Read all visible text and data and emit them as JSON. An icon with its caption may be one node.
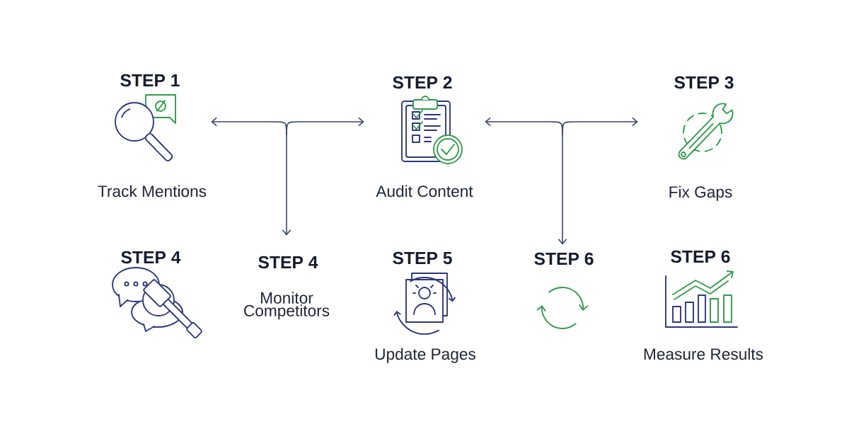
{
  "diagram": {
    "nodes": [
      {
        "text": [
          "STEP 1",
          "Track Mentions"
        ]
      },
      {
        "text": [
          "STEP 2",
          "Audit Content"
        ]
      },
      {
        "text": [
          "STEP 3",
          "Fix Gaps"
        ]
      },
      {
        "text": [
          "STEP 4"
        ]
      },
      {
        "text": [
          "STEP 4",
          "Monitor Competitors"
        ]
      },
      {
        "text": [
          "STEP 5",
          "Update Pages"
        ]
      },
      {
        "text": [
          "STEP 6"
        ]
      },
      {
        "text": [
          "STEP 6",
          "Measure Results"
        ]
      }
    ],
    "edges": [
      {
        "from": 0,
        "to": 4,
        "arrow": "both"
      },
      {
        "from": 1,
        "to": 4,
        "arrow": "both"
      },
      {
        "from": 1,
        "to": 6,
        "arrow": "both"
      },
      {
        "from": 2,
        "to": 6,
        "arrow": "both"
      }
    ]
  }
}
